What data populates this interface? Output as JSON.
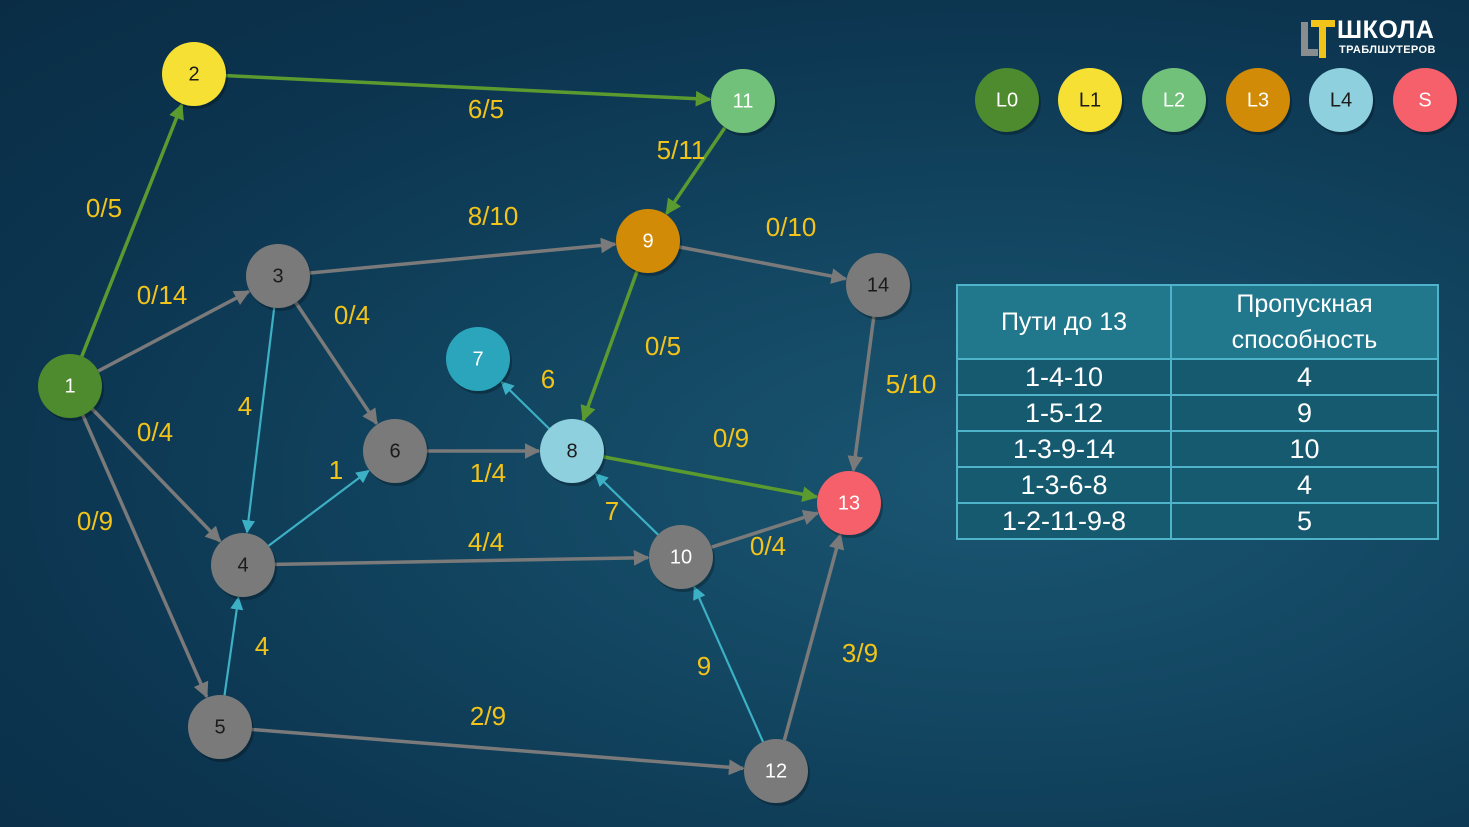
{
  "colors": {
    "gray": "#7a7a7a",
    "green_edge": "#5a9a2f",
    "teal_edge": "#3cb0c4",
    "label_yellow": "#f2c318",
    "L0": "#4e8a2e",
    "L1": "#f6e034",
    "L2": "#72c17b",
    "L3": "#d18b07",
    "L4": "#8fd0de",
    "S": "#f5606a",
    "teal_node": "#2aa5bb"
  },
  "logo": {
    "title": "ШКОЛА",
    "subtitle": "ТРАБЛШУТЕРОВ"
  },
  "legend": [
    {
      "label": "L0",
      "color": "L0",
      "text": "light"
    },
    {
      "label": "L1",
      "color": "L1",
      "text": "dark"
    },
    {
      "label": "L2",
      "color": "L2",
      "text": "light"
    },
    {
      "label": "L3",
      "color": "L3",
      "text": "light"
    },
    {
      "label": "L4",
      "color": "L4",
      "text": "dark"
    },
    {
      "label": "S",
      "color": "S",
      "text": "light"
    }
  ],
  "graph": {
    "nodes": [
      {
        "id": "1",
        "label": "1",
        "color": "L0",
        "text": "light"
      },
      {
        "id": "2",
        "label": "2",
        "color": "L1",
        "text": "dark"
      },
      {
        "id": "3",
        "label": "3",
        "color": "gray",
        "text": "dark"
      },
      {
        "id": "4",
        "label": "4",
        "color": "gray",
        "text": "dark"
      },
      {
        "id": "5",
        "label": "5",
        "color": "gray",
        "text": "dark"
      },
      {
        "id": "6",
        "label": "6",
        "color": "gray",
        "text": "dark"
      },
      {
        "id": "7",
        "label": "7",
        "color": "teal_node",
        "text": "light"
      },
      {
        "id": "8",
        "label": "8",
        "color": "L4",
        "text": "dark"
      },
      {
        "id": "9",
        "label": "9",
        "color": "L3",
        "text": "light"
      },
      {
        "id": "10",
        "label": "10",
        "color": "gray",
        "text": "light"
      },
      {
        "id": "11",
        "label": "11",
        "color": "L2",
        "text": "light"
      },
      {
        "id": "12",
        "label": "12",
        "color": "gray",
        "text": "light"
      },
      {
        "id": "13",
        "label": "13",
        "color": "S",
        "text": "light"
      },
      {
        "id": "14",
        "label": "14",
        "color": "gray",
        "text": "dark"
      }
    ],
    "edges": [
      {
        "from": "1",
        "to": "2",
        "label": "0/5",
        "color": "green_edge"
      },
      {
        "from": "2",
        "to": "11",
        "label": "6/5",
        "color": "green_edge"
      },
      {
        "from": "11",
        "to": "9",
        "label": "5/11",
        "color": "green_edge"
      },
      {
        "from": "9",
        "to": "8",
        "label": "0/5",
        "color": "green_edge"
      },
      {
        "from": "8",
        "to": "13",
        "label": "0/9",
        "color": "green_edge"
      },
      {
        "from": "1",
        "to": "3",
        "label": "0/14",
        "color": "gray"
      },
      {
        "from": "1",
        "to": "4",
        "label": "0/4",
        "color": "gray"
      },
      {
        "from": "1",
        "to": "5",
        "label": "0/9",
        "color": "gray"
      },
      {
        "from": "3",
        "to": "9",
        "label": "8/10",
        "color": "gray"
      },
      {
        "from": "3",
        "to": "6",
        "label": "0/4",
        "color": "gray"
      },
      {
        "from": "3",
        "to": "4",
        "label": "4",
        "color": "teal_edge"
      },
      {
        "from": "9",
        "to": "14",
        "label": "0/10",
        "color": "gray"
      },
      {
        "from": "14",
        "to": "13",
        "label": "5/10",
        "color": "gray"
      },
      {
        "from": "4",
        "to": "6",
        "label": "1",
        "color": "teal_edge"
      },
      {
        "from": "6",
        "to": "8",
        "label": "1/4",
        "color": "gray"
      },
      {
        "from": "8",
        "to": "7",
        "label": "6",
        "color": "teal_edge"
      },
      {
        "from": "4",
        "to": "10",
        "label": "4/4",
        "color": "gray"
      },
      {
        "from": "10",
        "to": "8",
        "label": "7",
        "color": "teal_edge"
      },
      {
        "from": "10",
        "to": "13",
        "label": "0/4",
        "color": "gray"
      },
      {
        "from": "5",
        "to": "4",
        "label": "4",
        "color": "teal_edge"
      },
      {
        "from": "5",
        "to": "12",
        "label": "2/9",
        "color": "gray"
      },
      {
        "from": "12",
        "to": "10",
        "label": "9",
        "color": "teal_edge"
      },
      {
        "from": "12",
        "to": "13",
        "label": "3/9",
        "color": "gray"
      }
    ]
  },
  "table": {
    "headers": [
      "Пути до 13",
      "Пропускная способность"
    ],
    "rows": [
      [
        "1-4-10",
        "4"
      ],
      [
        "1-5-12",
        "9"
      ],
      [
        "1-3-9-14",
        "10"
      ],
      [
        "1-3-6-8",
        "4"
      ],
      [
        "1-2-11-9-8",
        "5"
      ]
    ]
  }
}
